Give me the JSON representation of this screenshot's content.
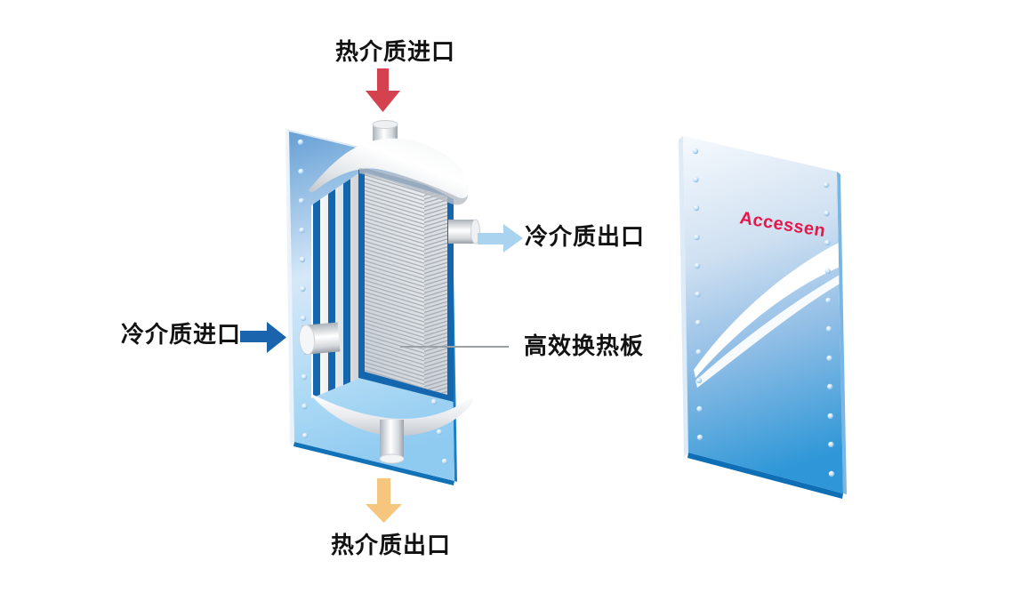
{
  "diagram": {
    "callouts": {
      "hot_inlet": "热介质进口",
      "cold_outlet": "冷介质出口",
      "cold_inlet": "冷介质进口",
      "plate": "高效换热板",
      "hot_outlet": "热介质出口"
    },
    "brand": "Accessen",
    "colors": {
      "hot_inlet_arrow": "#d5424f",
      "cold_outlet_arrow": "#a9d3ef",
      "cold_inlet_arrow": "#1a64ad",
      "hot_outlet_arrow": "#f6c67e",
      "brand": "#e8174b",
      "frame_blue": "#1467ae",
      "plate_blue_deep": "#2f97d7",
      "leader_line": "#9aa0a6"
    }
  }
}
